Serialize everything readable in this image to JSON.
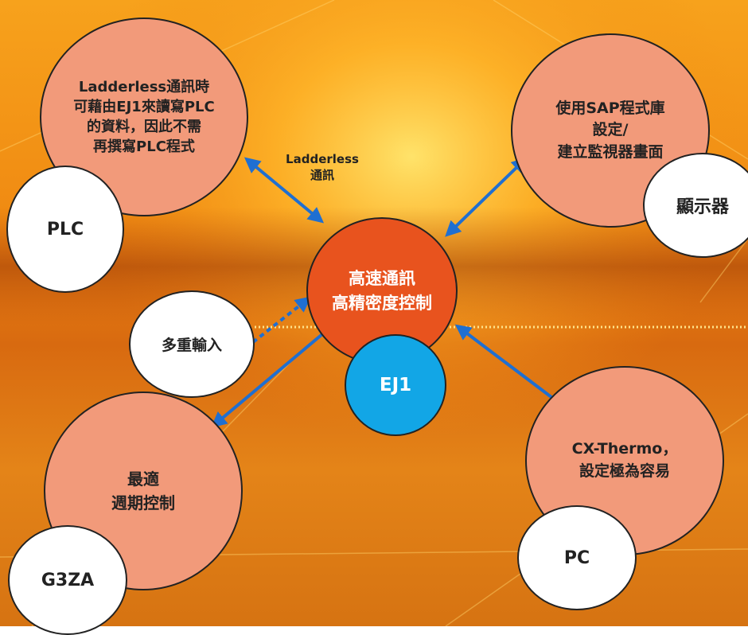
{
  "nodes": {
    "plc_desc": "Ladderless通訊時\n可藉由EJ1來讀寫PLC\n的資料，因此不需\n再撰寫PLC程式",
    "plc": "PLC",
    "sap_desc": "使用SAP程式庫\n設定/\n建立監視器畫面",
    "display": "顯示器",
    "center": "高速通訊\n高精密度控制",
    "ej1": "EJ1",
    "multi_input": "多重輸入",
    "g3za_desc": "最適\n週期控制",
    "g3za": "G3ZA",
    "pc_desc": "CX-Thermo，\n設定極為容易",
    "pc": "PC"
  },
  "ladderless_label": "Ladderless\n通訊",
  "colors": {
    "arrow": "#1f6fd1",
    "salmon": "#f29a7a",
    "center": "#e8531e",
    "ej1": "#12a6e6"
  }
}
